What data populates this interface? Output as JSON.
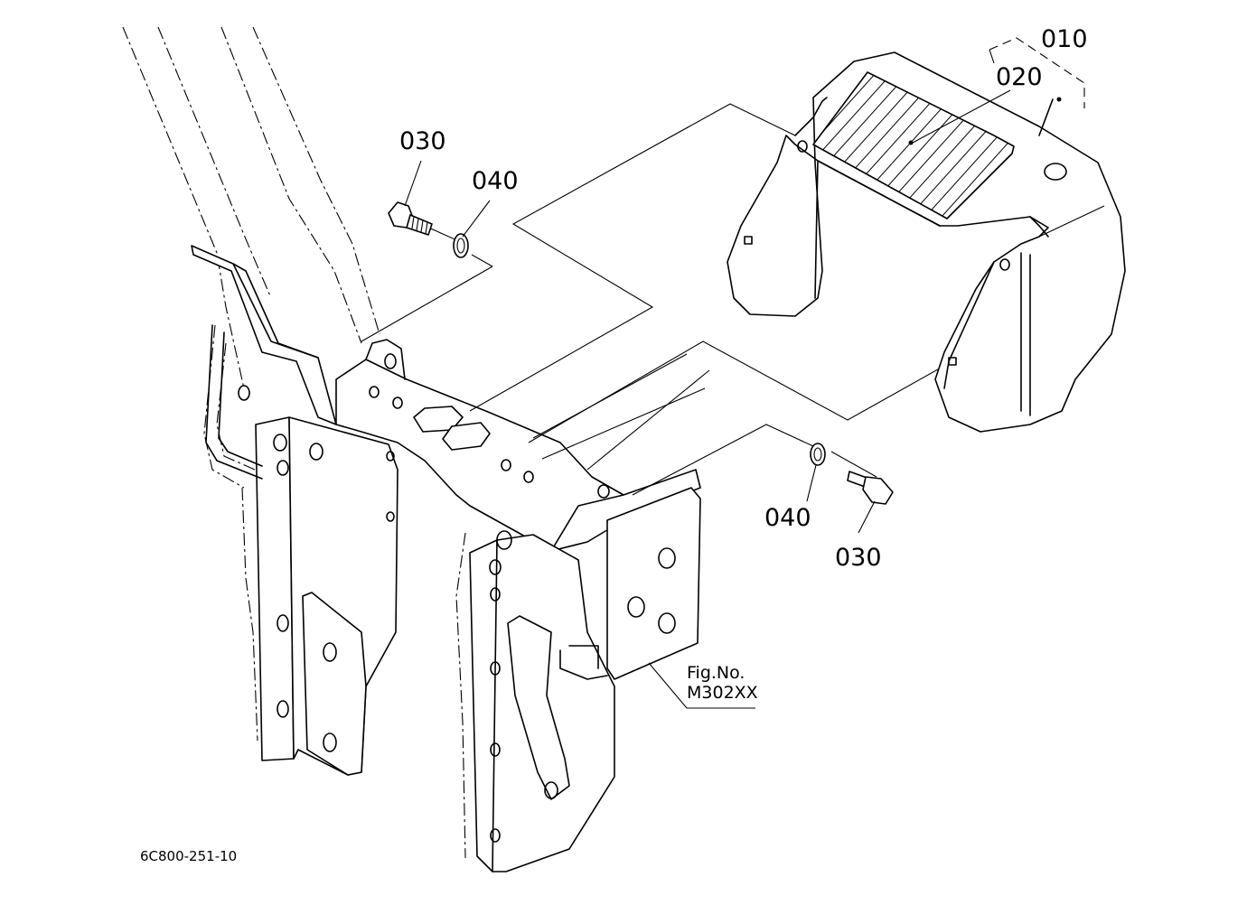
{
  "labels": {
    "part_010": "010",
    "part_020": "020",
    "part_030_top": "030",
    "part_040_top": "040",
    "part_040_bottom": "040",
    "part_030_bottom": "030",
    "fig_line1": "Fig.No.",
    "fig_line2": "M302XX",
    "drawing_number": "6C800-251-10"
  },
  "colors": {
    "line": "#000000",
    "background": "#ffffff"
  }
}
